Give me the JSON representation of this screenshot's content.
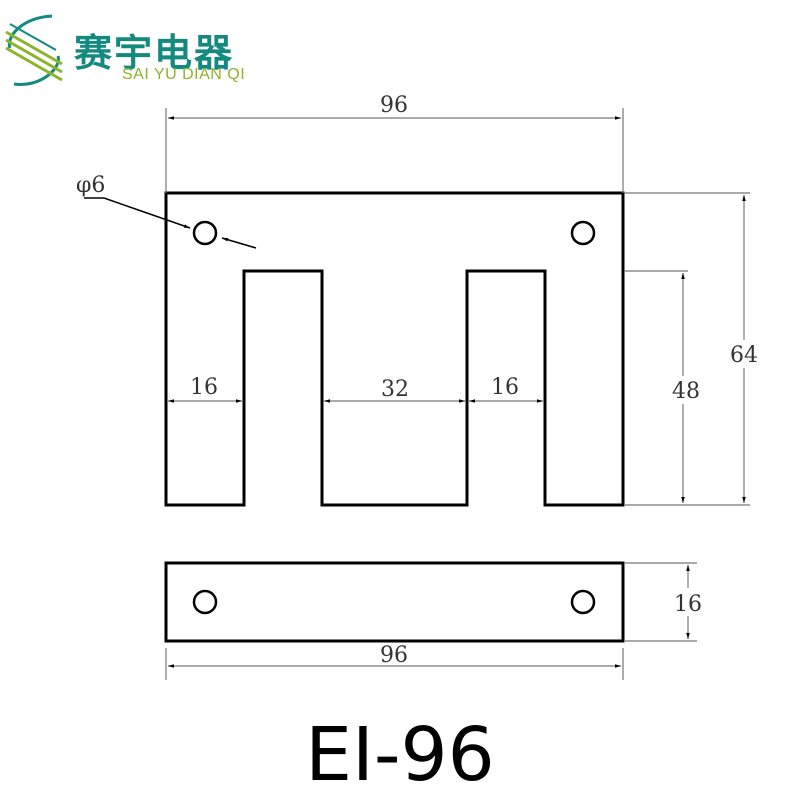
{
  "logo": {
    "chinese_name": "赛宇电器",
    "english_name": "SAI YU DIAN QI",
    "colors": {
      "teal": "#13897f",
      "green": "#8cb42a"
    }
  },
  "drawing": {
    "e_piece": {
      "width_label": "96",
      "height_label": "64",
      "window_height_label": "48",
      "outer_leg_left_label": "16",
      "center_leg_label": "32",
      "outer_leg_right_label": "16",
      "hole_label": "φ6"
    },
    "i_piece": {
      "width_label": "96",
      "height_label": "16"
    }
  },
  "title": "EI-96"
}
